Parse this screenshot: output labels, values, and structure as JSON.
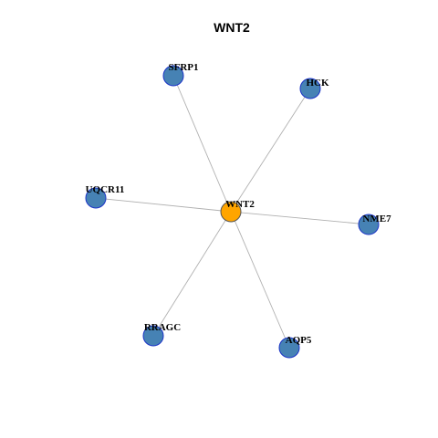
{
  "title": "WNT2",
  "colors": {
    "center_fill": "#FFA500",
    "center_stroke": "#555555",
    "neighbor_fill": "#4682B4",
    "neighbor_stroke": "#1C34C8",
    "edge": "#B0B0B0"
  },
  "network": {
    "center": {
      "id": "WNT2",
      "label": "WNT2"
    },
    "neighbors": [
      {
        "id": "SFRP1",
        "label": "SFRP1"
      },
      {
        "id": "HCK",
        "label": "HCK"
      },
      {
        "id": "UQCR11",
        "label": "UQCR11"
      },
      {
        "id": "NME7",
        "label": "NME7"
      },
      {
        "id": "RRAGC",
        "label": "RRAGC"
      },
      {
        "id": "AQP5",
        "label": "AQP5"
      }
    ],
    "edges": [
      {
        "source": "WNT2",
        "target": "SFRP1"
      },
      {
        "source": "WNT2",
        "target": "HCK"
      },
      {
        "source": "WNT2",
        "target": "UQCR11"
      },
      {
        "source": "WNT2",
        "target": "NME7"
      },
      {
        "source": "WNT2",
        "target": "RRAGC"
      },
      {
        "source": "WNT2",
        "target": "AQP5"
      }
    ]
  }
}
